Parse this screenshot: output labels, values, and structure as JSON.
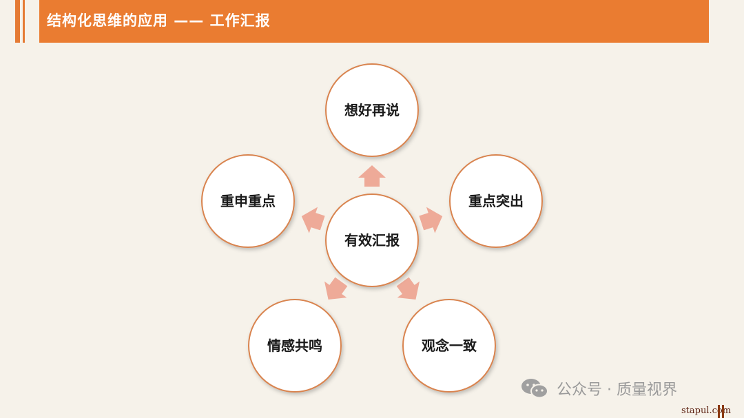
{
  "header": {
    "title": "结构化思维的应用 —— 工作汇报"
  },
  "diagram": {
    "center": "有效汇报",
    "nodes": [
      "想好再说",
      "重点突出",
      "观念一致",
      "情感共鸣",
      "重申重点"
    ]
  },
  "watermark": {
    "text": "公众号 · 质量视界"
  },
  "footer": {
    "url": "stapul.com"
  },
  "colors": {
    "accent": "#ea7c31",
    "circle_border": "#d9844f",
    "arrow": "#eeaa98",
    "background": "#f6f2ea"
  }
}
